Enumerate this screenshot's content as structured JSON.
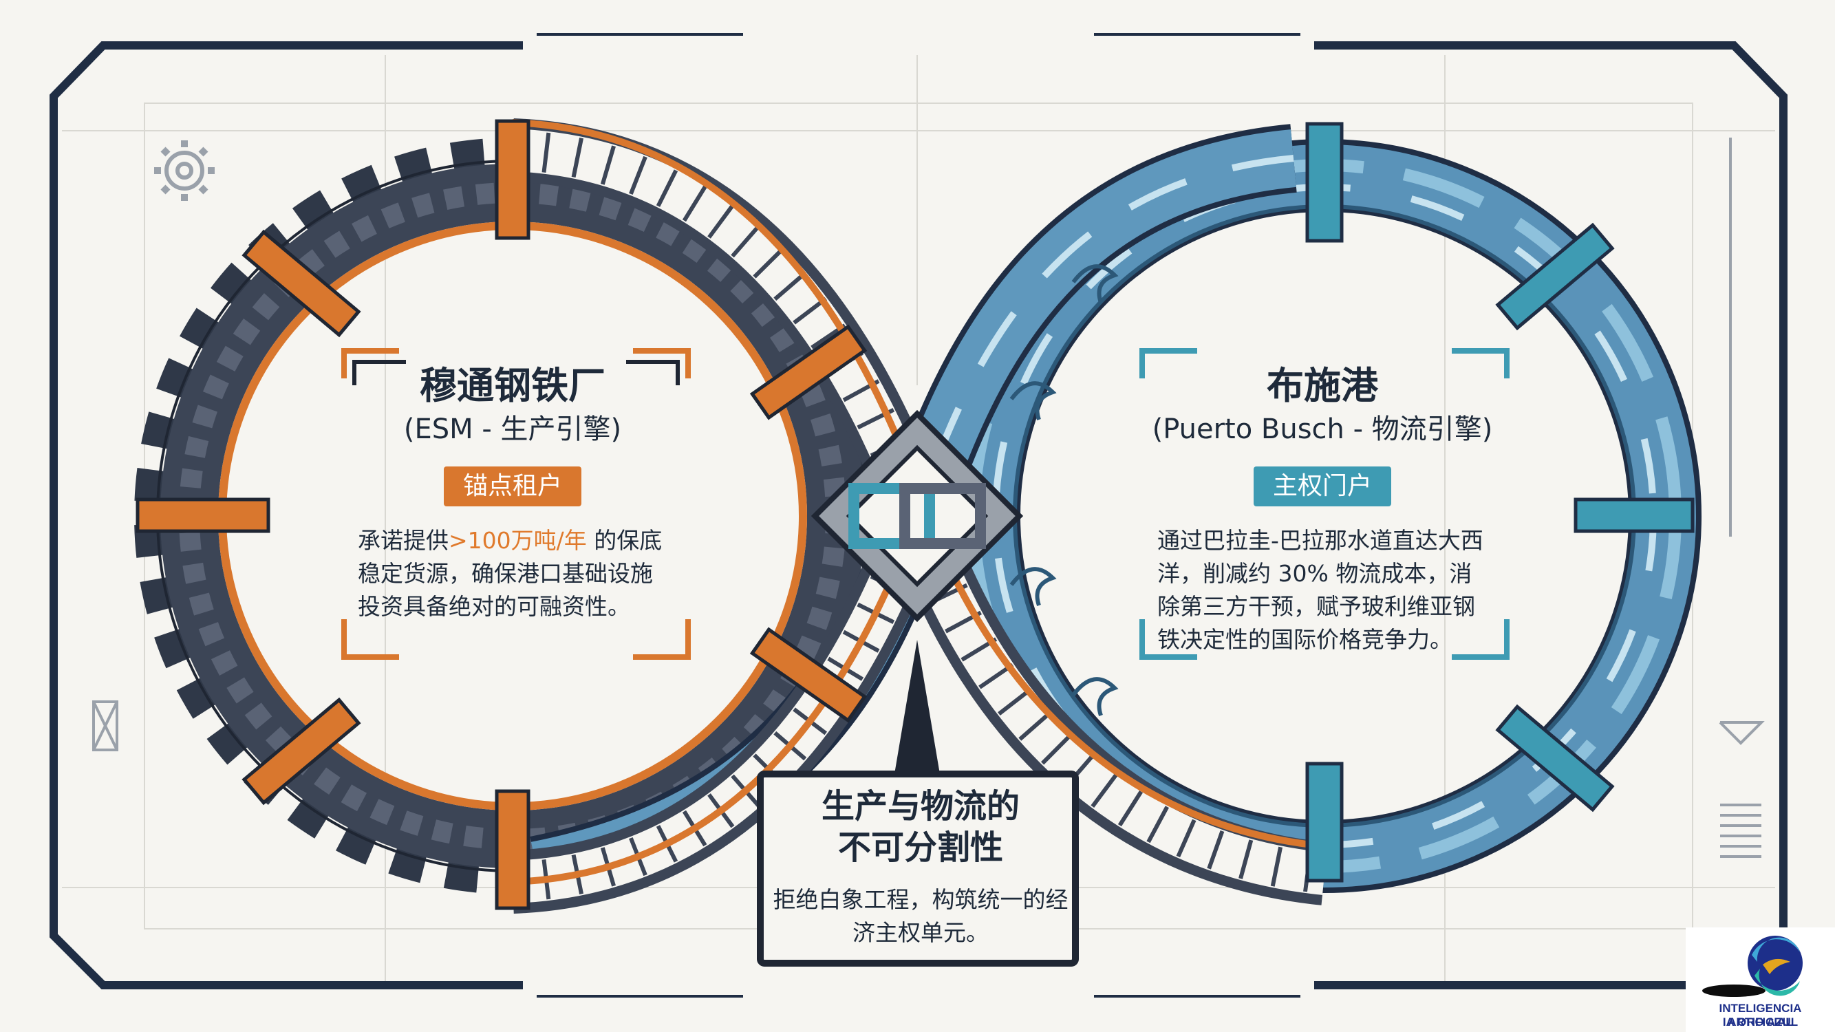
{
  "colors": {
    "frame": "#1f2d44",
    "steel": "#3c4556",
    "orange": "#d9772e",
    "water": "#4f86ad",
    "teal": "#3e9bb3",
    "paper": "#f6f5f1"
  },
  "left": {
    "title": "穆通钢铁厂",
    "subtitle": "(ESM - 生产引擎)",
    "tag": "锚点租户",
    "desc_before": "承诺提供",
    "desc_highlight": ">100万吨/年",
    "desc_after": " 的保底稳定货源，确保港口基础设施投资具备绝对的可融资性。"
  },
  "right": {
    "title": "布施港",
    "subtitle": "(Puerto Busch - 物流引擎)",
    "tag": "主权门户",
    "desc": "通过巴拉圭-巴拉那水道直达大西洋，削减约 30% 物流成本，消除第三方干预，赋予玻利维亚钢铁决定性的国际价格竞争力。"
  },
  "center": {
    "title_line1": "生产与物流的",
    "title_line2": "不可分割性",
    "desc": "拒绝白象工程，构筑统一的经济主权单元。"
  },
  "logo": {
    "line1": "INTELIGENCIA ARTIFICIAL",
    "line2": "IA ORO AZUL"
  },
  "icons": [
    "gear-icon",
    "chain-link-icon",
    "water-wave-icon"
  ]
}
